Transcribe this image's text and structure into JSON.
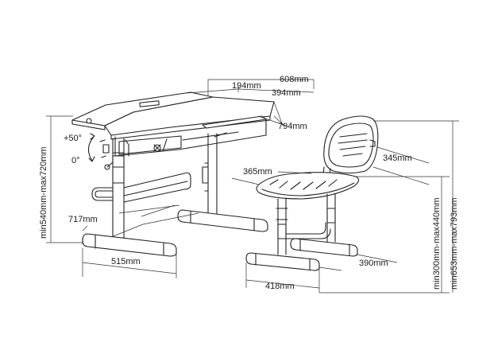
{
  "diagram": {
    "desk": {
      "width_total": "608mm",
      "width_left": "194mm",
      "width_right": "394mm",
      "tilt_depth": "794mm",
      "tilt_max": "+50°",
      "tilt_min": "0°",
      "height_range": "min540mm-max720mm",
      "foot_depth": "717mm",
      "foot_width": "515mm"
    },
    "chair": {
      "seat_depth": "365mm",
      "back_width": "345mm",
      "foot_depth": "390mm",
      "foot_width": "418mm",
      "seat_height_range": "min300mm-max440mm",
      "back_height_range": "min653mm-max793mm"
    }
  }
}
